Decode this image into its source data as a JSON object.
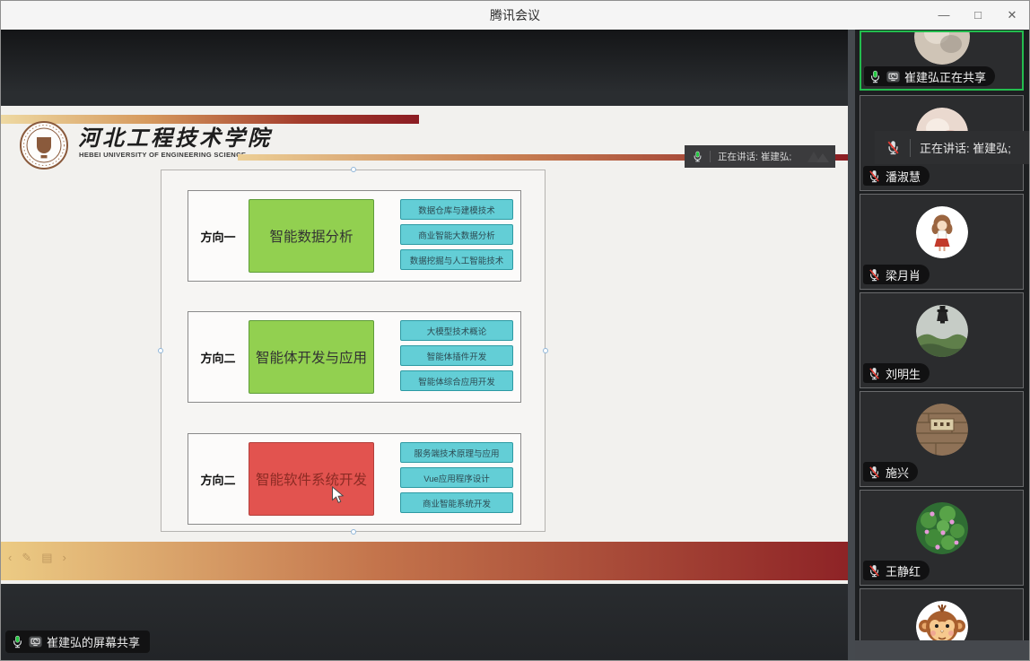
{
  "window": {
    "title": "腾讯会议",
    "icons": {
      "minimize": "—",
      "maximize": "□",
      "close": "✕"
    }
  },
  "slide": {
    "org_cn": "河北工程技术学院",
    "org_en": "HEBEI UNIVERSITY OF ENGINEERING SCIENCE",
    "speaking_toast": "正在讲话: 崔建弘;",
    "presenter_controls": [
      "‹",
      "✎",
      "▤",
      "›"
    ],
    "diagram": {
      "rows": [
        {
          "label": "方向一",
          "main": "智能数据分析",
          "main_color": "green",
          "courses": [
            "数据仓库与建模技术",
            "商业智能大数据分析",
            "数据挖掘与人工智能技术"
          ]
        },
        {
          "label": "方向二",
          "main": "智能体开发与应用",
          "main_color": "green",
          "courses": [
            "大模型技术概论",
            "智能体插件开发",
            "智能体综合应用开发"
          ]
        },
        {
          "label": "方向二",
          "main": "智能软件系统开发",
          "main_color": "red",
          "courses": [
            "服务端技术原理与应用",
            "Vue应用程序设计",
            "商业智能系统开发"
          ]
        }
      ]
    }
  },
  "share_badge": "崔建弘的屏幕共享",
  "sidebar": {
    "speaking_toast": "正在讲话: 崔建弘;",
    "participants": [
      {
        "label": "崔建弘正在共享",
        "state": "sharing-active-mic"
      },
      {
        "label": "潘淑慧",
        "state": "muted"
      },
      {
        "label": "梁月肖",
        "state": "muted"
      },
      {
        "label": "刘明生",
        "state": "muted"
      },
      {
        "label": "施兴",
        "state": "muted"
      },
      {
        "label": "王静红",
        "state": "muted"
      },
      {
        "label": "",
        "state": "label-not-visible"
      }
    ]
  },
  "colors": {
    "meeting_green": "#26c943",
    "tile_active_border": "#23bd4e",
    "box_green": "#92d050",
    "box_cyan": "#63ced6",
    "box_red": "#e2534f",
    "gradient_gold": "#eccb84",
    "gradient_dark_red": "#8c1d23"
  }
}
